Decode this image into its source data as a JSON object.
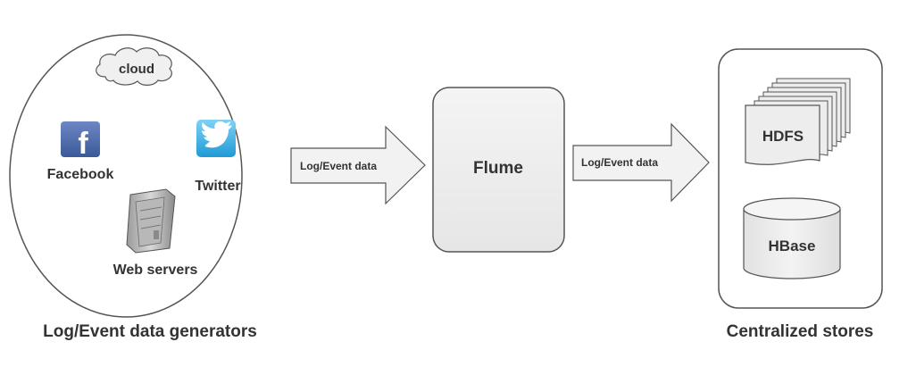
{
  "generators": {
    "caption": "Log/Event data generators",
    "cloud_label": "cloud",
    "facebook_label": "Facebook",
    "facebook_glyph": "f",
    "twitter_label": "Twitter",
    "webservers_label": "Web servers"
  },
  "arrows": {
    "left_label": "Log/Event data",
    "right_label": "Log/Event data"
  },
  "flume": {
    "label": "Flume"
  },
  "stores": {
    "caption": "Centralized stores",
    "hdfs_label": "HDFS",
    "hbase_label": "HBase"
  },
  "colors": {
    "facebook_blue": "#3b5998",
    "twitter_blue": "#1da1f2",
    "box_fill": "#f0f0f0",
    "stroke": "#555555",
    "arrow_fill": "#f2f2f2",
    "text": "#333333"
  }
}
